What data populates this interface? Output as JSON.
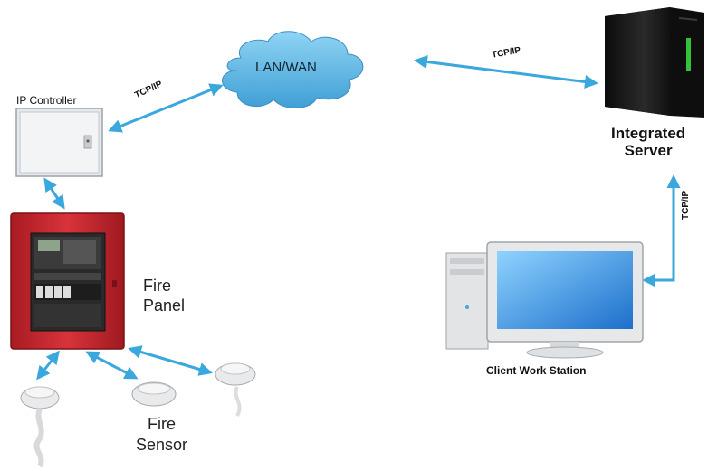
{
  "labels": {
    "ip_controller": "IP Controller",
    "server_line1": "Integrated",
    "server_line2": "Server",
    "panel_line1": "Fire",
    "panel_line2": "Panel",
    "sensor_line1": "Fire",
    "sensor_line2": "Sensor",
    "workstation": "Client Work Station",
    "cloud": "LAN/WAN"
  },
  "links": {
    "controller_to_network": "TCP/IP",
    "network_to_server": "TCP/IP",
    "server_to_workstation": "TCP/IP"
  },
  "colors": {
    "arrow": "#3aa8dd",
    "cloud": "#56b6e2",
    "panel": "#c8242c",
    "server": "#1c1c1c",
    "server_led": "#39d63e",
    "monitor_screen": "#3a9ee8"
  }
}
